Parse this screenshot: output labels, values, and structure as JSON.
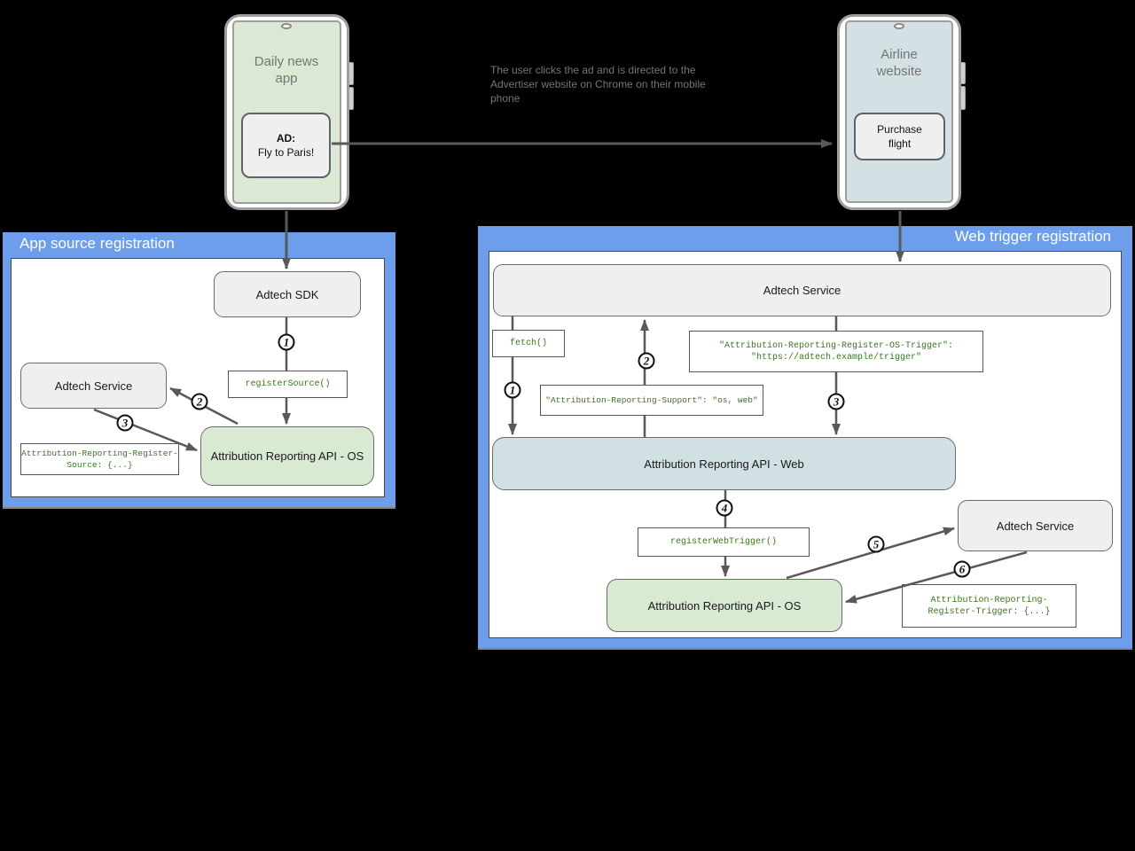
{
  "scene": {
    "caption": "The user clicks the ad and is directed to the Advertiser website on Chrome on their mobile phone"
  },
  "phones": {
    "news": {
      "label": "Daily news\napp",
      "ad_heading": "AD:",
      "ad_text": "Fly to Paris!"
    },
    "airline": {
      "label": "Airline\nwebsite",
      "button_label": "Purchase\nflight"
    }
  },
  "app_panel": {
    "title": "App source registration",
    "boxes": {
      "adtech_sdk": "Adtech SDK",
      "adtech_service": "Adtech Service",
      "register_source": "registerSource()",
      "api_os": "Attribution Reporting API - OS",
      "code_register_source": "Attribution-Reporting-Register-\nSource: {...}"
    },
    "steps": [
      "1",
      "2",
      "3"
    ]
  },
  "web_panel": {
    "title": "Web trigger registration",
    "boxes": {
      "adtech_service_top": "Adtech Service",
      "fetch_call": "fetch()",
      "code_os_trigger": "\"Attribution-Reporting-Register-OS-Trigger\":\n\"https://adtech.example/trigger\"",
      "code_support": "\"Attribution-Reporting-Support\": \"os, web\"",
      "api_web": "Attribution Reporting API - Web",
      "register_web_trigger": "registerWebTrigger()",
      "api_os": "Attribution Reporting API - OS",
      "adtech_service_side": "Adtech Service",
      "code_register_trigger": "Attribution-Reporting-\nRegister-Trigger: {...}"
    },
    "steps": [
      "1",
      "2",
      "3",
      "4",
      "5",
      "6"
    ]
  },
  "colors": {
    "panel_blue": "#6d9eeb",
    "box_gray": "#efefef",
    "box_green": "#d9ead3",
    "box_blue": "#d0e0e3",
    "code_green": "#38761d",
    "arrow_gray": "#595959",
    "background": "#000000"
  }
}
